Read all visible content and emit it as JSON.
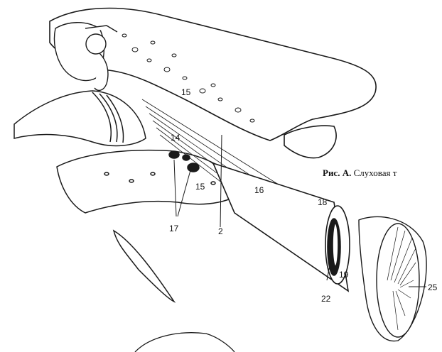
{
  "caption": {
    "prefix": "Рис. А.",
    "text": "Слуховая т"
  },
  "labels": {
    "l14": "14",
    "l15a": "15",
    "l15b": "15",
    "l16": "16",
    "l17": "17",
    "l2": "2",
    "l18": "18",
    "l19": "19",
    "l22": "22",
    "l25": "25"
  }
}
